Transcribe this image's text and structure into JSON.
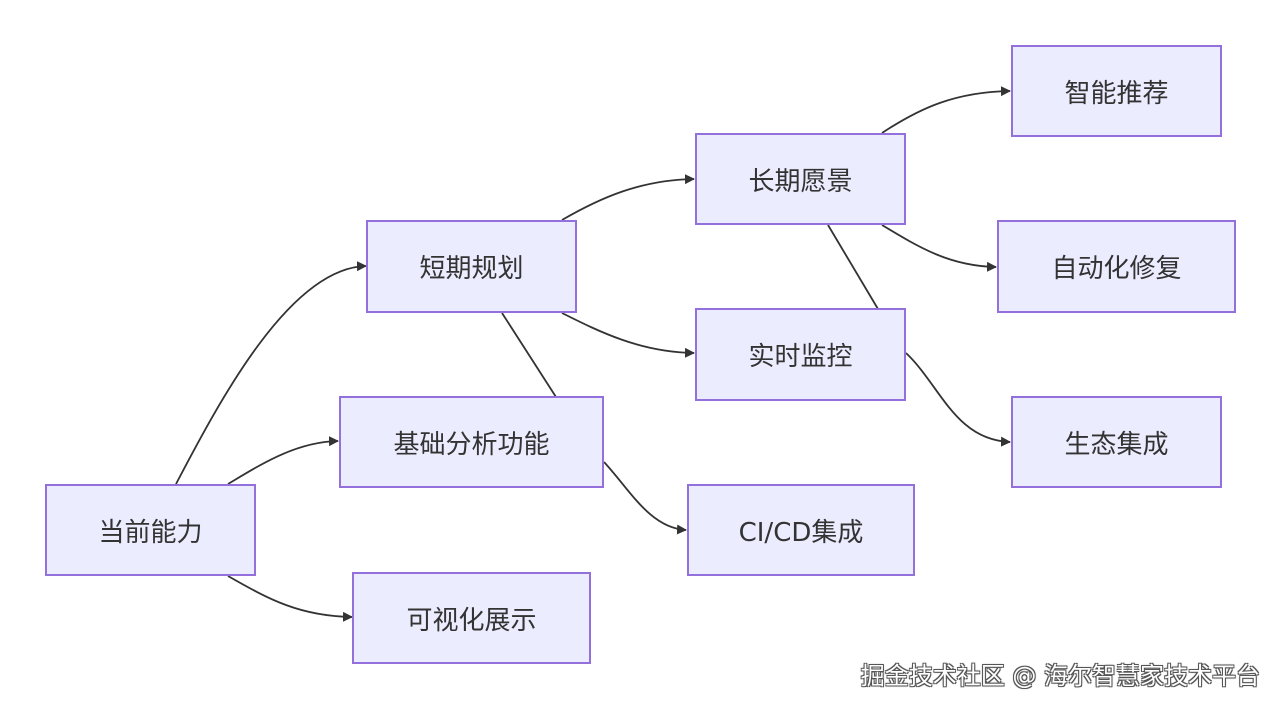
{
  "nodes": {
    "current": "当前能力",
    "short_term": "短期规划",
    "basic_analysis": "基础分析功能",
    "visualization": "可视化展示",
    "long_term": "长期愿景",
    "realtime_monitor": "实时监控",
    "cicd": "CI/CD集成",
    "smart_recommend": "智能推荐",
    "auto_repair": "自动化修复",
    "ecosystem": "生态集成"
  },
  "watermark": "掘金技术社区 @ 海尔智慧家技术平台",
  "colors": {
    "node_fill": "#ececff",
    "node_border": "#9370db",
    "edge": "#333333",
    "text": "#333333"
  }
}
